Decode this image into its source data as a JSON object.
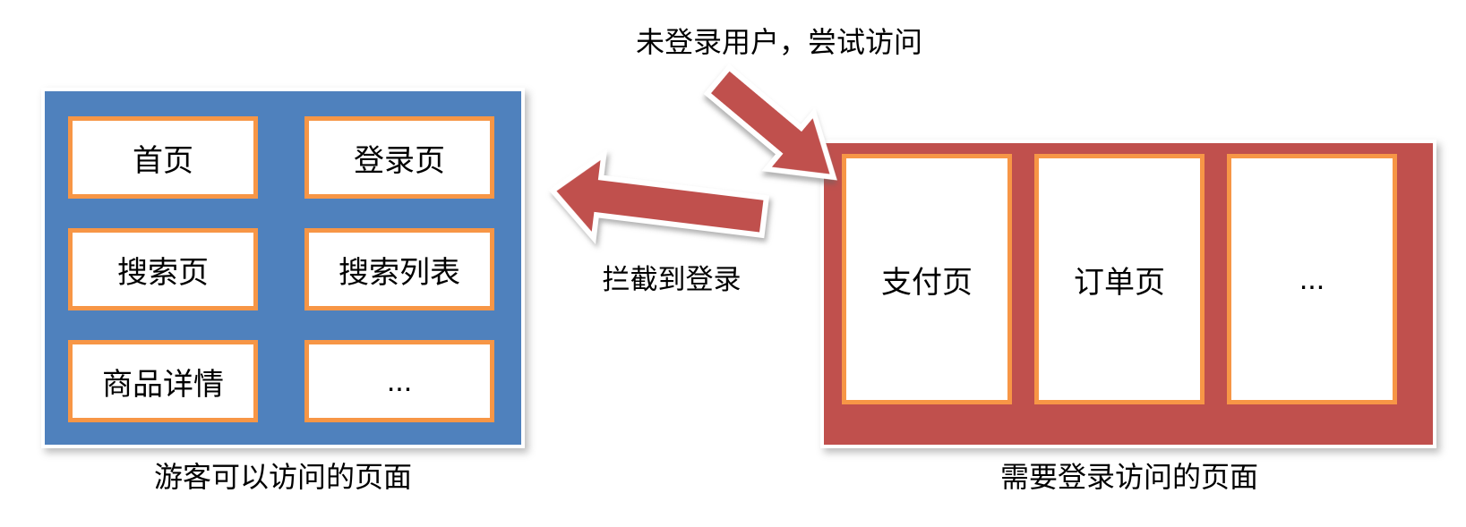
{
  "diagram": {
    "top_annotation": "未登录用户，尝试访问",
    "intercept_label": "拦截到登录"
  },
  "guest_panel": {
    "caption": "游客可以访问的页面",
    "pages": [
      "首页",
      "登录页",
      "搜索页",
      "搜索列表",
      "商品详情",
      "..."
    ]
  },
  "auth_panel": {
    "caption": "需要登录访问的页面",
    "pages": [
      "支付页",
      "订单页",
      "..."
    ]
  },
  "colors": {
    "guest_panel_bg": "#4f81bd",
    "auth_panel_bg": "#c0504d",
    "card_border": "#f79646",
    "card_bg": "#ffffff",
    "arrow_fill": "#c0504d"
  }
}
